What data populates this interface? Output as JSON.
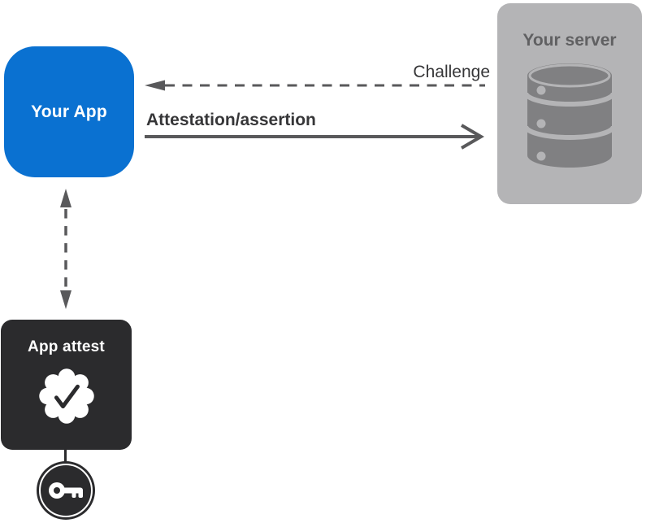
{
  "diagram": {
    "title_implicit": "App Attest flow",
    "nodes": {
      "app": {
        "label": "Your App"
      },
      "server": {
        "label": "Your server"
      },
      "attest": {
        "label": "App attest"
      }
    },
    "arrows": {
      "challenge": {
        "label": "Challenge",
        "style": "dashed",
        "direction": "server-to-app"
      },
      "attestation": {
        "label": "Attestation/assertion",
        "style": "solid",
        "direction": "app-to-server"
      },
      "app_attest_link": {
        "label": "",
        "style": "dashed",
        "direction": "bidirectional"
      }
    },
    "icons": {
      "database": "database-icon",
      "seal": "verified-seal-checkmark-icon",
      "key": "key-icon"
    },
    "colors": {
      "app_blue": "#0a71d1",
      "server_gray": "#b4b4b6",
      "server_icon_gray": "#808082",
      "server_text_gray": "#606062",
      "dark_node": "#2b2b2d",
      "arrow_gray": "#59595b",
      "label_dark": "#363638",
      "white": "#ffffff"
    }
  }
}
